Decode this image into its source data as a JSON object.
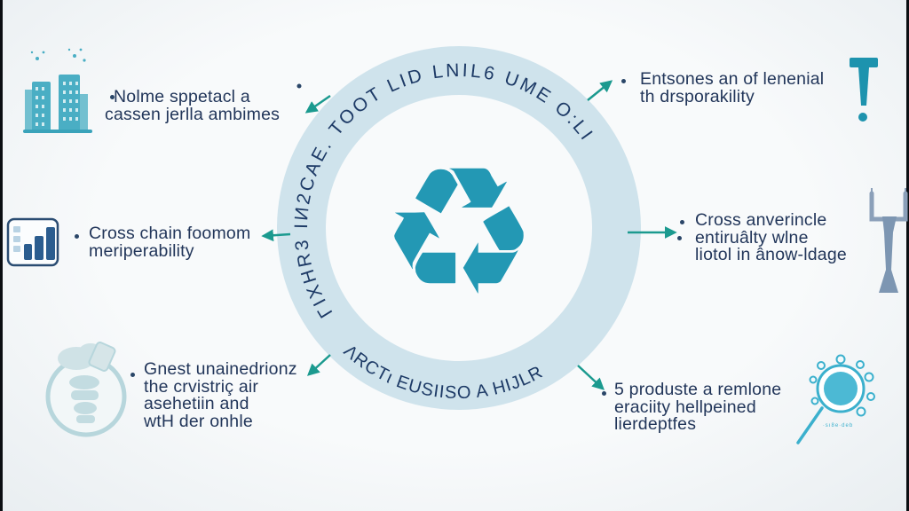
{
  "colors": {
    "background": "#f6f8fa",
    "ring": "#cfe3ec",
    "teal_accent": "#2398b4",
    "arrow": "#1b9a8f",
    "navy_text": "#21365b",
    "icon_teal": "#49aec3",
    "icon_gray_blue": "#7d96b2",
    "icon_pale": "#bfdade",
    "frame_edge": "#0b0e12"
  },
  "badge": {
    "text_top_arc": "ΓIXHR3 IИ2CAE. TOOT LID LNIL6 UME O:LI",
    "text_bottom_arc": "ΛRCTι EUSIISO A HIJLR",
    "recycle_symbol": "♻"
  },
  "callouts": {
    "top_left": {
      "lines": [
        "Nolme sppetacl a",
        "cassen jerlla ambimes"
      ]
    },
    "top_right": {
      "lines": [
        "Entsones an of lenenial",
        "th drsporakility"
      ]
    },
    "mid_left": {
      "lines": [
        "Cross chain foomom",
        "meriperability"
      ]
    },
    "mid_right": {
      "lines": [
        "Cross anverincle",
        "entiruâlty wlne",
        "liotol in ânow-ldage"
      ]
    },
    "bottom_left": {
      "lines": [
        "Gnest unainedrionz",
        "the crvistriç air",
        "asehetiin and",
        "wtH der onhle"
      ]
    },
    "bottom_right": {
      "lines": [
        "5 produste a remlone",
        "eraciity hellpeined",
        "lierdeptfes"
      ]
    }
  },
  "icons": {
    "top_left": {
      "name": "city-buildings-icon"
    },
    "mid_left": {
      "name": "bar-chart-icon"
    },
    "bottom_left": {
      "name": "plant-jar-icon"
    },
    "top_right": {
      "name": "letter-t-exclamation-icon"
    },
    "mid_right": {
      "name": "hammer-tool-icon"
    },
    "bottom_right": {
      "name": "gear-magnifier-icon",
      "caption": "·sı8e·deb"
    }
  }
}
